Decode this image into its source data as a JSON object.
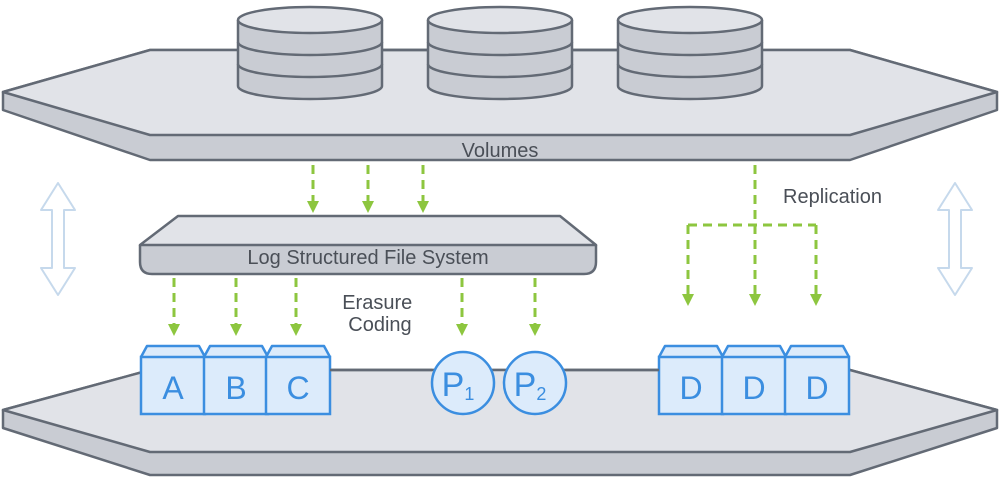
{
  "labels": {
    "volumes": "Volumes",
    "log_structured": "Log Structured File System",
    "erasure_line1": "Erasure",
    "erasure_line2": "Coding",
    "replication": "Replication"
  },
  "data_blocks": [
    "A",
    "B",
    "C"
  ],
  "parity_blocks": [
    {
      "letter": "P",
      "sub": "1"
    },
    {
      "letter": "P",
      "sub": "2"
    }
  ],
  "replica_blocks": [
    "D",
    "D",
    "D"
  ],
  "colors": {
    "outline": "#636a75",
    "platform_fill": "#e1e3e8",
    "platform_side": "#c9ccd3",
    "arrow": "#8dc63f",
    "block_fill": "#dcebfb",
    "block_stroke": "#3b8ee0",
    "block_text": "#3b8ee0",
    "hollow_arrow": "#c6d9ec"
  },
  "icons": [
    "database-icon",
    "bidirectional-arrow-icon"
  ]
}
